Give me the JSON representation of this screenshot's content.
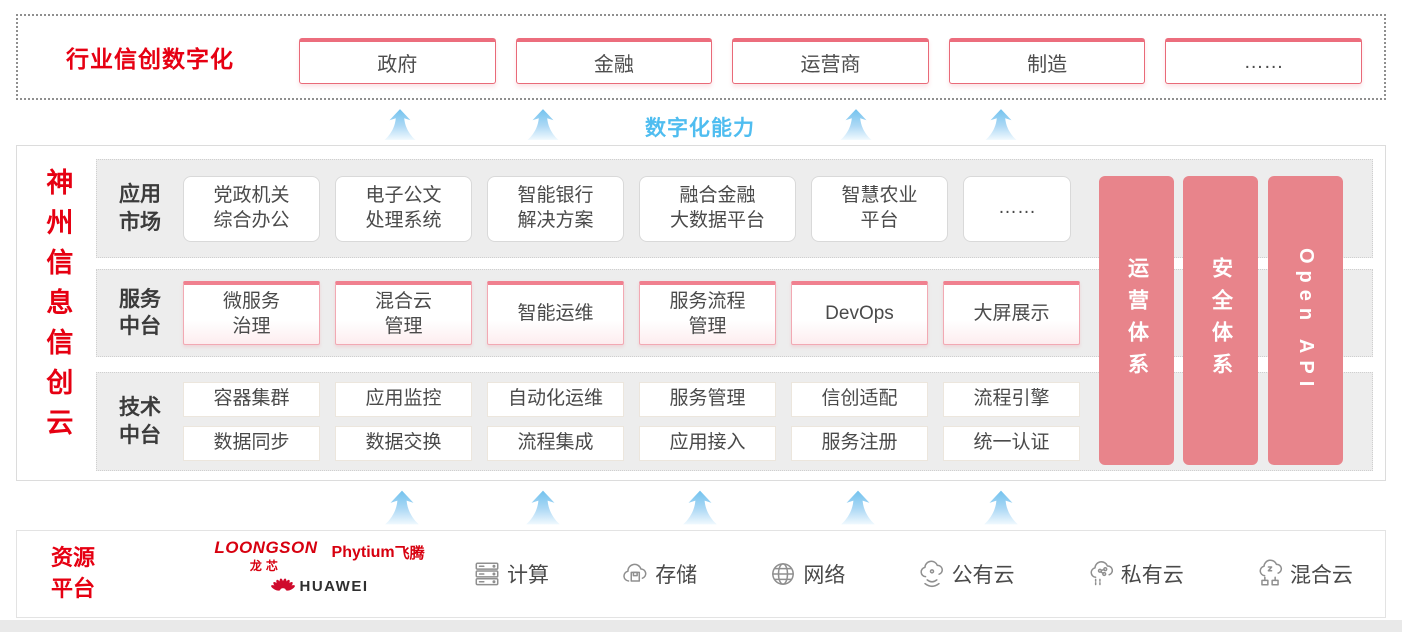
{
  "colors": {
    "brand_red": "#e60012",
    "accent_pink_bar": "#e8848b",
    "accent_blue": "#4fbdf0",
    "box_border_pink": "#ec6d7d",
    "text_dark": "#4a4a4a"
  },
  "top_banner": {
    "title": "行业信创数字化",
    "industries": [
      "政府",
      "金融",
      "运营商",
      "制造",
      "……"
    ]
  },
  "capability": {
    "label": "数字化能力"
  },
  "platform": {
    "vertical_title": "神州信息信创云",
    "app_row": {
      "label": "应用\n市场",
      "items": [
        "党政机关\n综合办公",
        "电子公文\n处理系统",
        "智能银行\n解决方案",
        "融合金融\n大数据平台",
        "智慧农业\n平台",
        "……"
      ]
    },
    "service_row": {
      "label": "服务\n中台",
      "items": [
        "微服务\n治理",
        "混合云\n管理",
        "智能运维",
        "服务流程\n管理",
        "DevOps",
        "大屏展示"
      ]
    },
    "tech_row": {
      "label": "技术\n中台",
      "items_top": [
        "容器集群",
        "应用监控",
        "自动化运维",
        "服务管理",
        "信创适配",
        "流程引擎"
      ],
      "items_bottom": [
        "数据同步",
        "数据交换",
        "流程集成",
        "应用接入",
        "服务注册",
        "统一认证"
      ]
    },
    "side_bars": [
      "运营体系",
      "安全体系",
      "Open API"
    ]
  },
  "resource_platform": {
    "label": "资源\n平台",
    "vendors": {
      "loongson": {
        "name": "LOONGSON",
        "sub": "龙芯"
      },
      "phytium": {
        "name": "Phytium",
        "sub": "飞腾"
      },
      "huawei": {
        "name": "HUAWEI"
      }
    },
    "resources": [
      {
        "icon": "server-icon",
        "label": "计算"
      },
      {
        "icon": "cloud-storage-icon",
        "label": "存储"
      },
      {
        "icon": "network-globe-icon",
        "label": "网络"
      },
      {
        "icon": "public-cloud-icon",
        "label": "公有云"
      },
      {
        "icon": "private-cloud-icon",
        "label": "私有云"
      },
      {
        "icon": "hybrid-cloud-icon",
        "label": "混合云"
      }
    ]
  }
}
